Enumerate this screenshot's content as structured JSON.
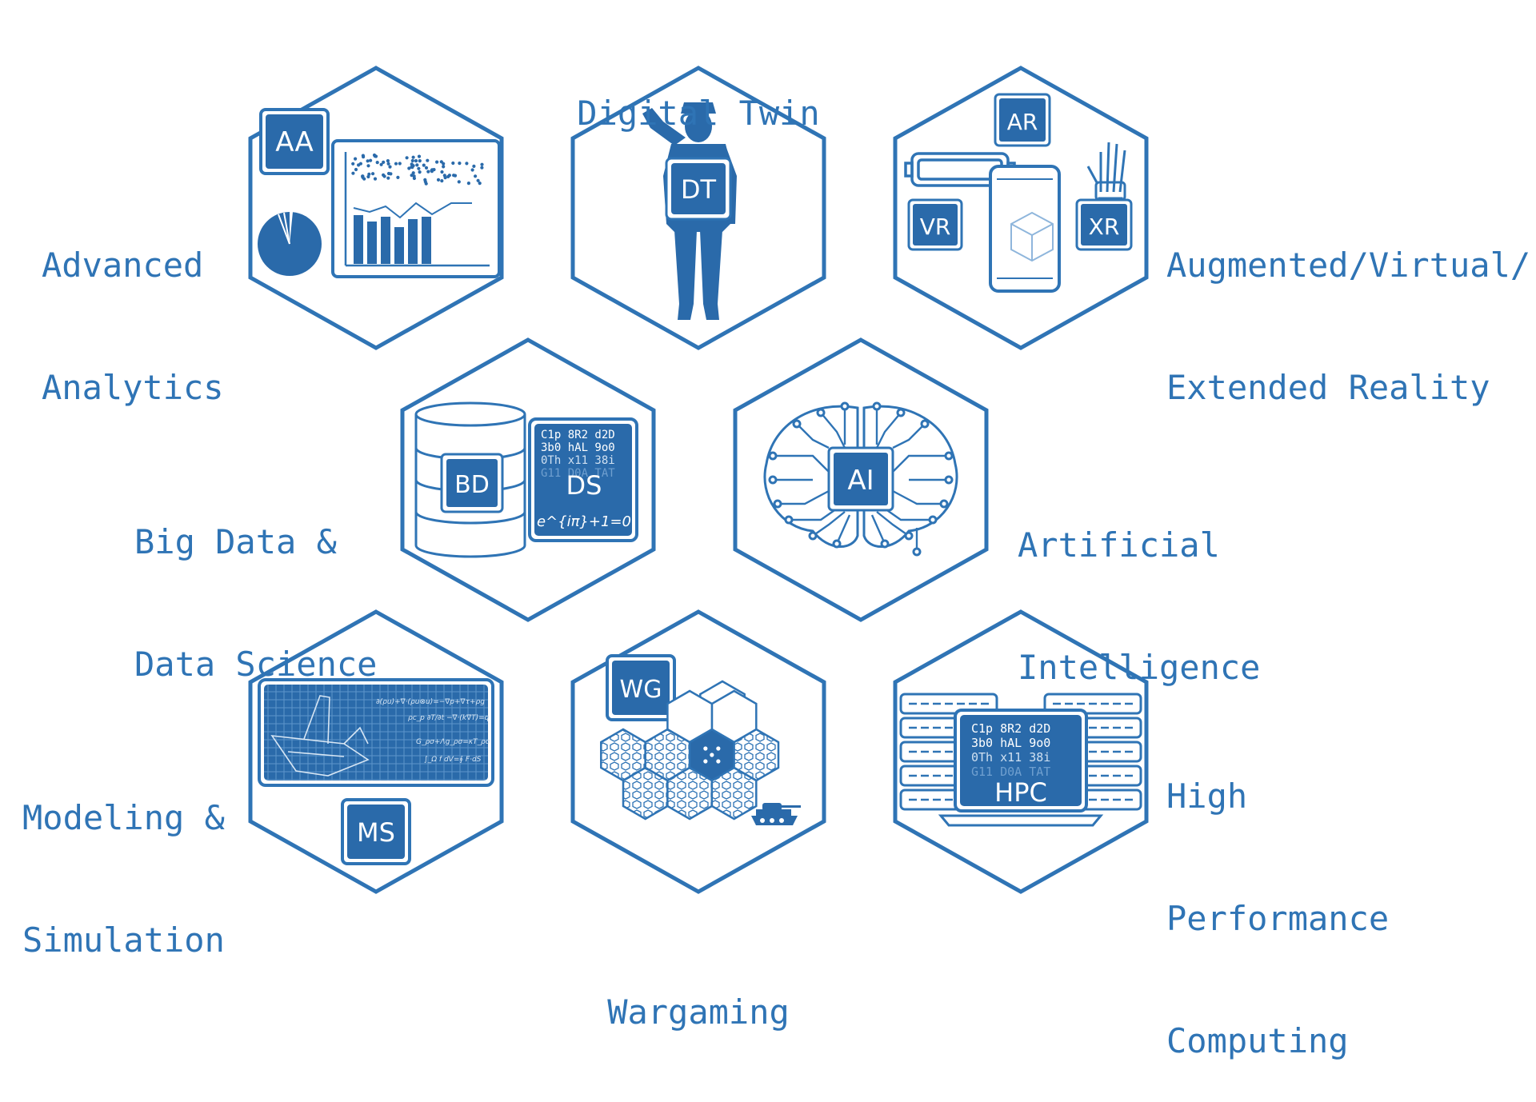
{
  "colors": {
    "primary": "#2f74b5",
    "fill": "#2a6aaa",
    "light": "#d7e6f4",
    "background": "#ffffff"
  },
  "labels": {
    "digital_twin": "Digital Twin",
    "advanced_analytics": [
      "Advanced",
      "Analytics"
    ],
    "augmented_reality": [
      "Augmented/Virtual/",
      "Extended Reality"
    ],
    "big_data": [
      "Big Data &",
      "Data Science"
    ],
    "artificial_intelligence": [
      "Artificial",
      "Intelligence"
    ],
    "modeling_simulation": [
      "Modeling &",
      "Simulation"
    ],
    "wargaming": "Wargaming",
    "hpc": [
      "High",
      "Performance",
      "Computing"
    ]
  },
  "badges": {
    "aa": "AA",
    "dt": "DT",
    "ar": "AR",
    "vr": "VR",
    "xr": "XR",
    "bd": "BD",
    "ds": "DS",
    "ai": "AI",
    "ms": "MS",
    "wg": "WG",
    "hpc": "HPC"
  },
  "code_lines": [
    "C1p 8R2 d2D",
    "3b0 hAL 9o0",
    "0Th x11 38i",
    "G11 D0A TAT"
  ],
  "formula": "e^{iπ}+1=0"
}
